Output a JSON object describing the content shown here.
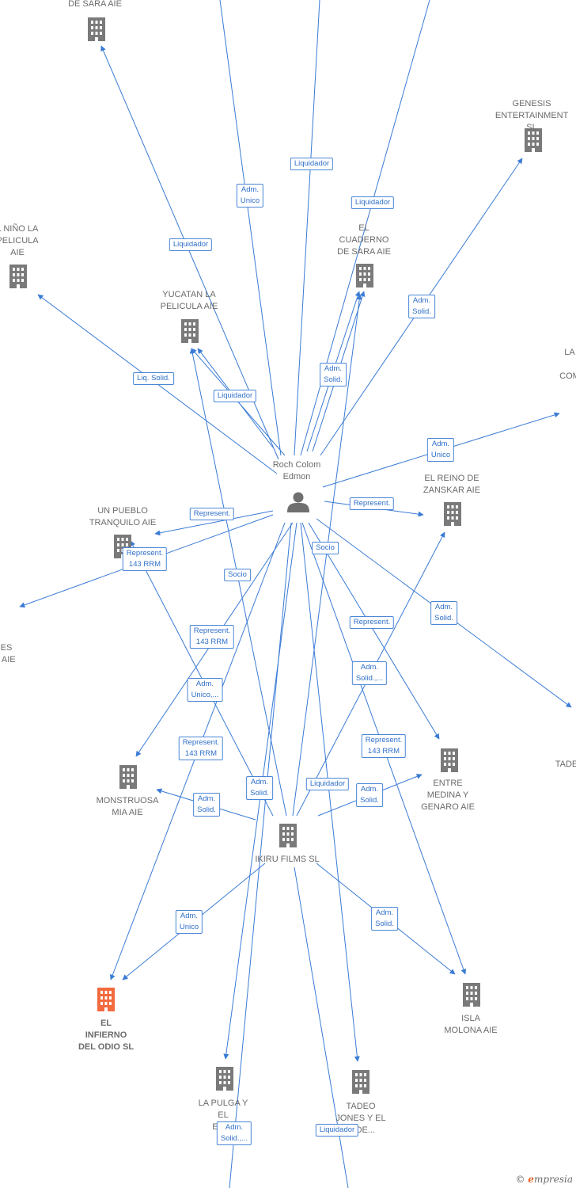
{
  "colors": {
    "edge": "#3a7bd5",
    "building": "#7a7a7a",
    "building_highlight": "#f26a3d",
    "person": "#6f6f6f",
    "label_text": "#6b6b6b"
  },
  "nodes": [
    {
      "id": "de-sara-top",
      "label": "DE SARA AIE",
      "type": "building"
    },
    {
      "id": "genesis",
      "label": "GENESIS\nENTERTAINMENT SL",
      "type": "building"
    },
    {
      "id": "nino",
      "label": "L NIÑO LA\nPELICULA\nAIE",
      "type": "building"
    },
    {
      "id": "cuaderno",
      "label": "EL\nCUADERNO\nDE SARA AIE",
      "type": "building"
    },
    {
      "id": "yucatan",
      "label": "YUCATAN LA\nPELICULA AIE",
      "type": "building"
    },
    {
      "id": "la-com",
      "label": "LA\n\nCOM",
      "type": "text"
    },
    {
      "id": "roch",
      "label": "Roch Colom\nEdmon",
      "type": "person"
    },
    {
      "id": "zanskar",
      "label": "EL REINO DE\nZANSKAR  AIE",
      "type": "building"
    },
    {
      "id": "pueblo",
      "label": "UN PUEBLO\nTRANQUILO AIE",
      "type": "building"
    },
    {
      "id": "es-aie",
      "label": "\nES\n. AIE",
      "type": "text"
    },
    {
      "id": "tade-right",
      "label": "TADE",
      "type": "text"
    },
    {
      "id": "entre",
      "label": "ENTRE\nMEDINA Y\nGENARO AIE",
      "type": "building"
    },
    {
      "id": "monstruosa",
      "label": "MONSTRUOSA\nMIA AIE",
      "type": "building"
    },
    {
      "id": "ikiru",
      "label": "IKIRU FILMS SL",
      "type": "building"
    },
    {
      "id": "infierno",
      "label": "EL\nINFIERNO\nDEL ODIO  SL",
      "type": "building-highlight"
    },
    {
      "id": "isla",
      "label": "ISLA\nMOLONA AIE",
      "type": "building"
    },
    {
      "id": "pulga",
      "label": "LA PULGA Y\nEL\nELEF",
      "type": "building"
    },
    {
      "id": "tadeo",
      "label": "TADEO\nJONES Y EL\nO DE...",
      "type": "building"
    }
  ],
  "edge_labels": [
    {
      "id": "l1",
      "text": "Liquidador"
    },
    {
      "id": "l2",
      "text": "Adm.\nUnico"
    },
    {
      "id": "l3",
      "text": "Liquidador"
    },
    {
      "id": "l4",
      "text": "Liquidador"
    },
    {
      "id": "l5",
      "text": "Adm.\nSolid."
    },
    {
      "id": "l6",
      "text": "Adm.\nSolid."
    },
    {
      "id": "l7",
      "text": "Liq.  Solid."
    },
    {
      "id": "l8",
      "text": "Liquidador"
    },
    {
      "id": "l9",
      "text": "Adm.\nUnico"
    },
    {
      "id": "l10",
      "text": "Represent."
    },
    {
      "id": "l11",
      "text": "Represent."
    },
    {
      "id": "l12",
      "text": "Represent.\n143 RRM"
    },
    {
      "id": "l13",
      "text": "Socio"
    },
    {
      "id": "l14",
      "text": "Socio"
    },
    {
      "id": "l15",
      "text": "Adm.\nSolid."
    },
    {
      "id": "l16",
      "text": "Represent."
    },
    {
      "id": "l17",
      "text": "Represent.\n143 RRM"
    },
    {
      "id": "l18",
      "text": "Adm.\nSolid.,..."
    },
    {
      "id": "l19",
      "text": "Adm.\nUnico,..."
    },
    {
      "id": "l20",
      "text": "Represent.\n143 RRM"
    },
    {
      "id": "l21",
      "text": "Represent.\n143 RRM"
    },
    {
      "id": "l22",
      "text": "Adm.\nSolid."
    },
    {
      "id": "l23",
      "text": "Liquidador"
    },
    {
      "id": "l24",
      "text": "Adm.\nSolid."
    },
    {
      "id": "l25",
      "text": "Adm.\nSolid."
    },
    {
      "id": "l26",
      "text": "Adm.\nUnico"
    },
    {
      "id": "l27",
      "text": "Adm.\nSolid."
    },
    {
      "id": "l28",
      "text": "Adm.\nSolid.,..."
    },
    {
      "id": "l29",
      "text": "Liquidador"
    }
  ],
  "watermark": {
    "symbol": "©",
    "brand_initial": "e",
    "brand_rest": "mpresia"
  }
}
